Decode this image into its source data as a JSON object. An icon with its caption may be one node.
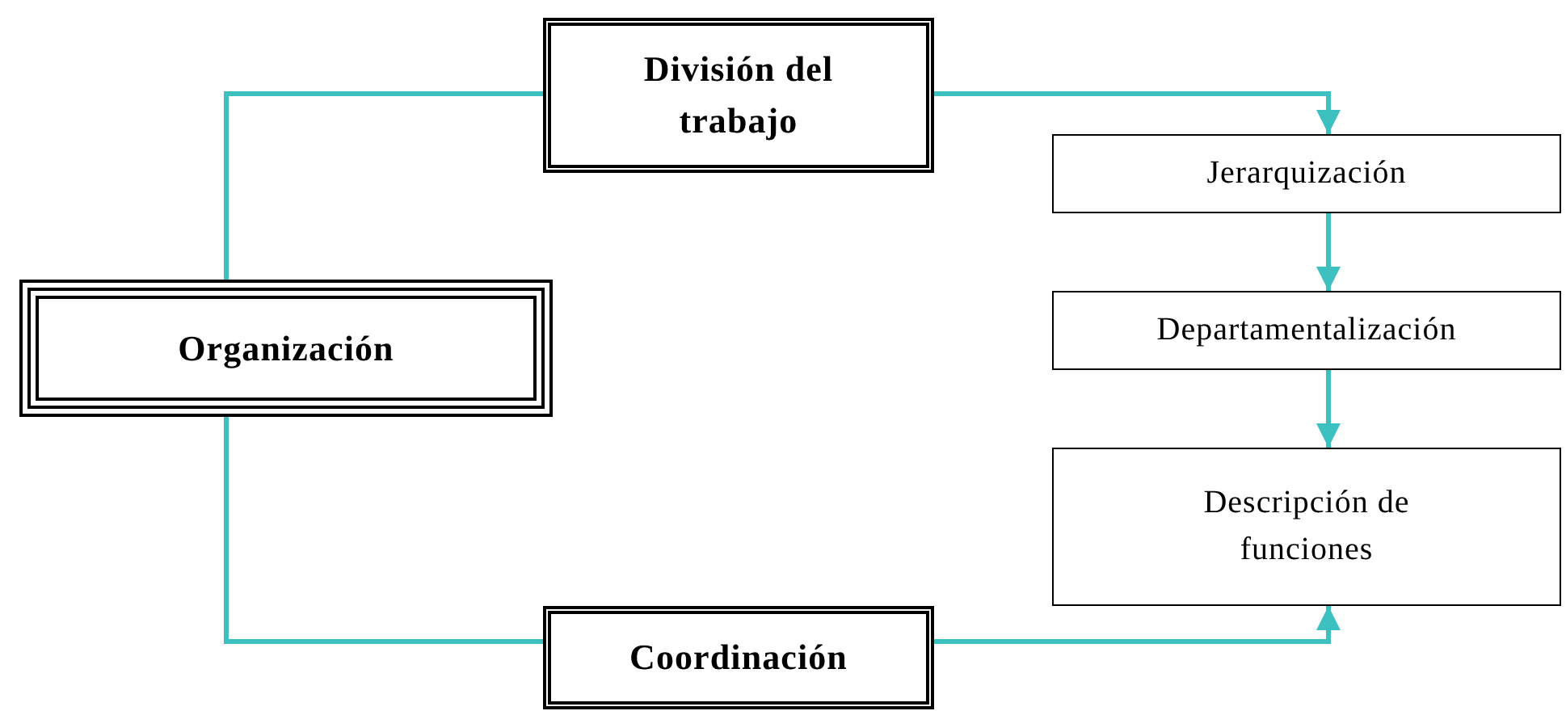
{
  "diagram": {
    "nodes": [
      {
        "text": [
          "Organización"
        ]
      },
      {
        "text": [
          "División del trabajo"
        ]
      },
      {
        "text": [
          "Jerarquización"
        ]
      },
      {
        "text": [
          "Departamentalización"
        ]
      },
      {
        "text": [
          "Descripción de funciones"
        ]
      },
      {
        "text": [
          "Coordinación"
        ]
      }
    ],
    "edges": [
      {
        "from": 0,
        "to": 1,
        "arrow": "none"
      },
      {
        "from": 1,
        "to": 2,
        "arrow": "to"
      },
      {
        "from": 2,
        "to": 3,
        "arrow": "to"
      },
      {
        "from": 3,
        "to": 4,
        "arrow": "to"
      },
      {
        "from": 0,
        "to": 5,
        "arrow": "none"
      },
      {
        "from": 5,
        "to": 4,
        "arrow": "to"
      }
    ]
  }
}
